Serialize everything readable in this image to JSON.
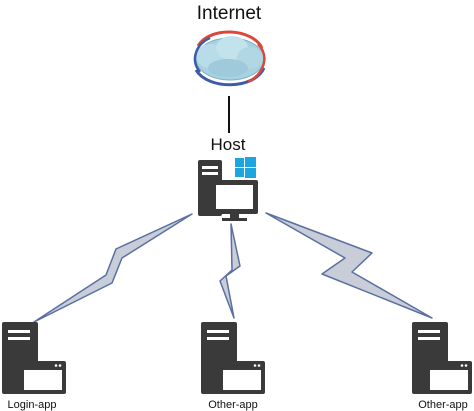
{
  "diagram": {
    "internet_label": "Internet",
    "host_label": "Host",
    "nodes": [
      {
        "label": "Login-app"
      },
      {
        "label": "Other-app"
      },
      {
        "label": "Other-app"
      }
    ]
  },
  "colors": {
    "server": "#3a3a3a",
    "window_bar": "#3a3a3a",
    "windows_logo": "#1aa7e0",
    "lightning_fill": "#c8cdd8",
    "lightning_stroke": "#5a6fa3",
    "cloud": "#9fc8d8",
    "orbit_red": "#d9483b",
    "orbit_blue": "#3d5ca8",
    "line": "#111111"
  }
}
